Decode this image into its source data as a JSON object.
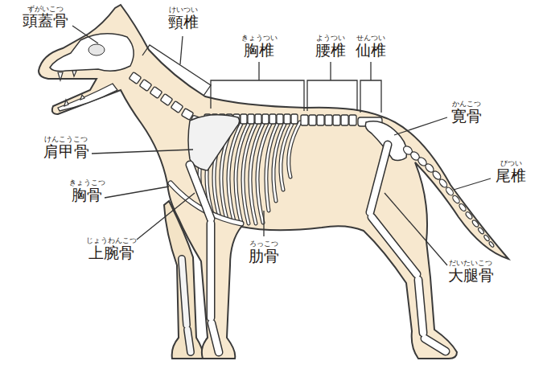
{
  "diagram": {
    "labels": [
      "ずがいこつ",
      "頭蓋骨",
      "けいつい",
      "頸椎",
      "きょうつい",
      "胸椎",
      "ようつい",
      "腰椎",
      "せんつい",
      "仙椎",
      "かんこつ",
      "寛骨",
      "びつい",
      "尾椎",
      "けんこうこつ",
      "肩甲骨",
      "きょうこつ",
      "胸骨",
      "じょうわんこつ",
      "上腕骨",
      "ろっこつ",
      "肋骨",
      "だいたいこつ",
      "大腿骨"
    ]
  }
}
